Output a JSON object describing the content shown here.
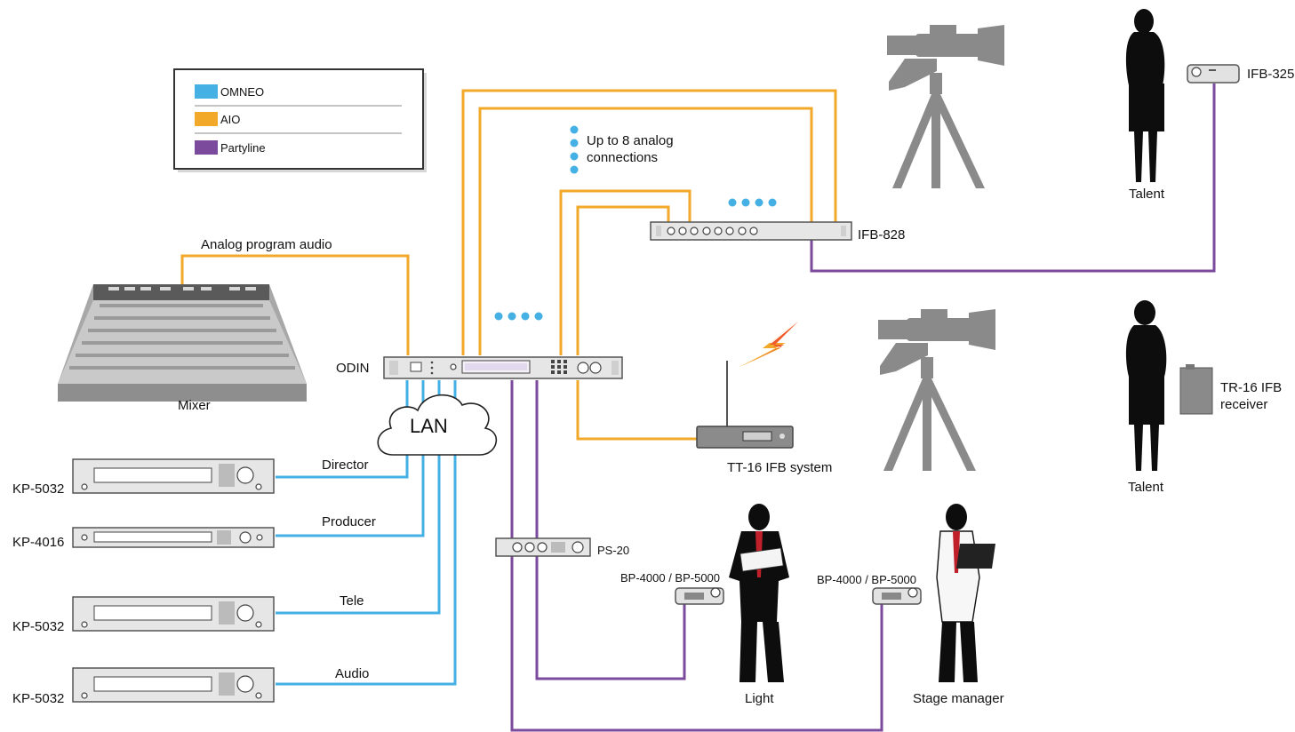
{
  "legend": {
    "items": [
      {
        "label": "OMNEO",
        "color": "#45b0e4"
      },
      {
        "label": "AIO",
        "color": "#f2a92a"
      },
      {
        "label": "Partyline",
        "color": "#7b4a9c"
      }
    ]
  },
  "labels": {
    "analog_program_audio": "Analog program audio",
    "up_to_8_line1": "Up to 8 analog",
    "up_to_8_line2": "connections",
    "mixer": "Mixer",
    "odin": "ODIN",
    "lan": "LAN",
    "director": "Director",
    "producer": "Producer",
    "tele": "Tele",
    "audio": "Audio",
    "ifb828": "IFB-828",
    "ifb325": "IFB-325",
    "talent_top": "Talent",
    "talent_bottom": "Talent",
    "tt16": "TT-16 IFB system",
    "tr16_line1": "TR-16 IFB",
    "tr16_line2": "receiver",
    "ps20": "PS-20",
    "bp_light": "BP-4000 / BP-5000",
    "bp_stage": "BP-4000 / BP-5000",
    "light": "Light",
    "stage_manager": "Stage manager"
  },
  "panels": [
    {
      "model": "KP-5032",
      "role": "Director"
    },
    {
      "model": "KP-4016",
      "role": "Producer"
    },
    {
      "model": "KP-5032",
      "role": "Tele"
    },
    {
      "model": "KP-5032",
      "role": "Audio"
    }
  ],
  "icons": {
    "lightning": "lightning-icon",
    "camera": "camera-icon",
    "cloud": "cloud-icon"
  }
}
